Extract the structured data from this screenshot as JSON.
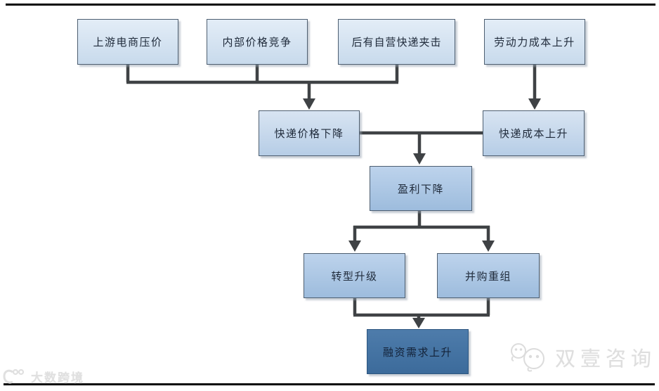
{
  "diagram": {
    "description": "快递行业盈利与融资逻辑流程图",
    "nodes": [
      {
        "id": "upstream-ecommerce-pressure",
        "label": "上游电商压价",
        "tone": "light"
      },
      {
        "id": "internal-price-competition",
        "label": "内部价格竞争",
        "tone": "light"
      },
      {
        "id": "self-operated-express-squeeze",
        "label": "后有自营快递夹击",
        "tone": "light"
      },
      {
        "id": "labor-cost-rise",
        "label": "劳动力成本上升",
        "tone": "light"
      },
      {
        "id": "express-price-decline",
        "label": "快递价格下降",
        "tone": "mid"
      },
      {
        "id": "express-cost-rise",
        "label": "快递成本上升",
        "tone": "mid"
      },
      {
        "id": "profit-decline",
        "label": "盈利下降",
        "tone": "deep"
      },
      {
        "id": "transformation-upgrade",
        "label": "转型升级",
        "tone": "deep"
      },
      {
        "id": "merger-restructuring",
        "label": "并购重组",
        "tone": "deep"
      },
      {
        "id": "financing-demand-rise",
        "label": "融资需求上升",
        "tone": "dark"
      }
    ],
    "edges": [
      "上游电商压价+内部价格竞争+后有自营快递夹击 → 快递价格下降",
      "劳动力成本上升 → 快递成本上升",
      "快递价格下降+快递成本上升 → 盈利下降",
      "盈利下降 → 转型升级",
      "盈利下降 → 并购重组",
      "转型升级+并购重组 → 融资需求上升"
    ]
  },
  "watermarks": {
    "left": {
      "text": "大数跨境",
      "icon": "dashu-logo-icon"
    },
    "right": {
      "text": "双壹咨询",
      "icon": "shuangyi-faces-icon"
    }
  },
  "colors": {
    "node_light_top": "#e3edf7",
    "node_light_bottom": "#c8daec",
    "node_mid_top": "#d8e4f2",
    "node_mid_bottom": "#b6cde6",
    "node_deep_top": "#bdd3ec",
    "node_deep_bottom": "#9dbcdd",
    "node_dark_top": "#4e7cab",
    "node_dark_bottom": "#3c6b9b",
    "node_border": "#4d5e70",
    "connector": "#3f4245",
    "rule": "#060606",
    "watermark_gray": "#dedede"
  }
}
